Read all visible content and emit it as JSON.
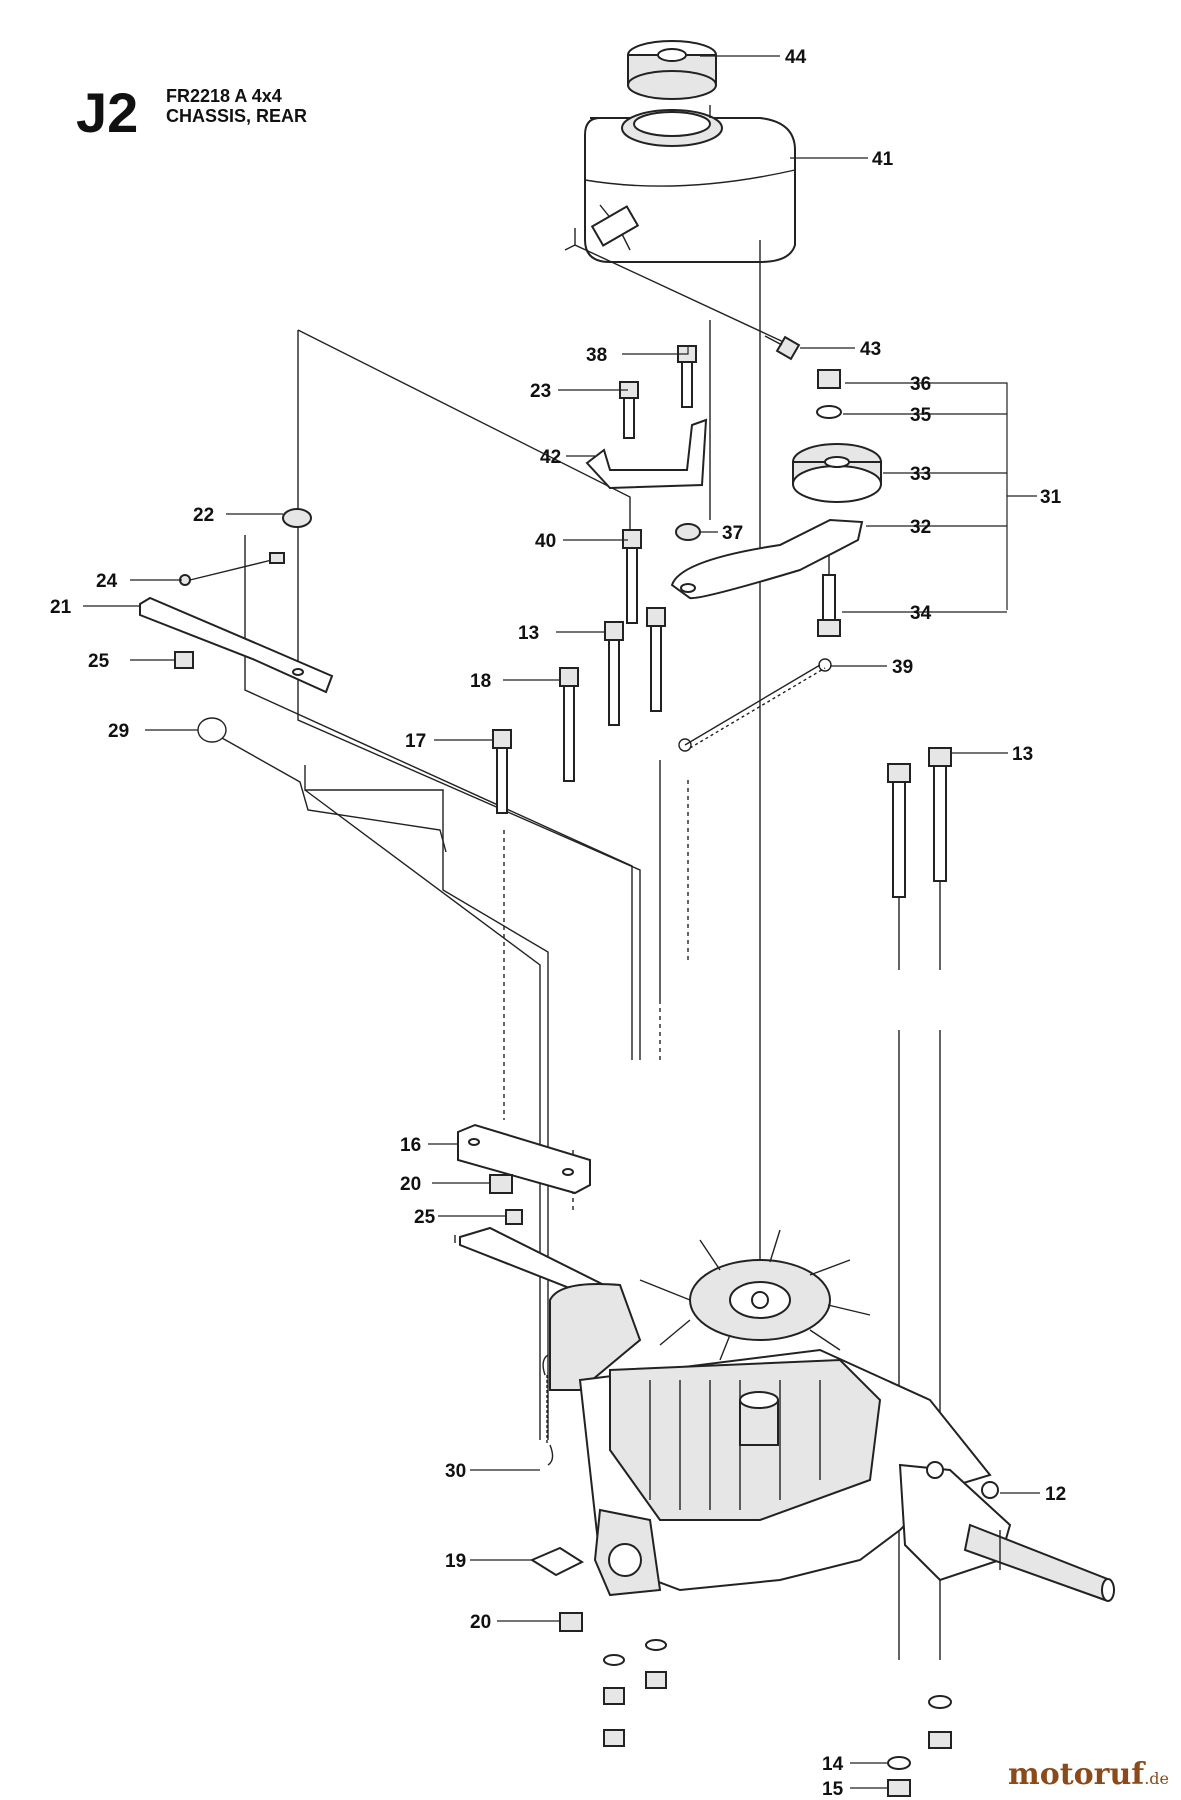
{
  "header": {
    "code": "J2",
    "model": "FR2218 A 4x4",
    "section": "CHASSIS, REAR"
  },
  "watermark": {
    "brand": "motoruf",
    "tld": ".de"
  },
  "callouts": [
    {
      "id": "44",
      "label": "44"
    },
    {
      "id": "41",
      "label": "41"
    },
    {
      "id": "43",
      "label": "43"
    },
    {
      "id": "38",
      "label": "38"
    },
    {
      "id": "23",
      "label": "23"
    },
    {
      "id": "36",
      "label": "36"
    },
    {
      "id": "35",
      "label": "35"
    },
    {
      "id": "42",
      "label": "42"
    },
    {
      "id": "33",
      "label": "33"
    },
    {
      "id": "31",
      "label": "31"
    },
    {
      "id": "22",
      "label": "22"
    },
    {
      "id": "37",
      "label": "37"
    },
    {
      "id": "32",
      "label": "32"
    },
    {
      "id": "40",
      "label": "40"
    },
    {
      "id": "24",
      "label": "24"
    },
    {
      "id": "21",
      "label": "21"
    },
    {
      "id": "34",
      "label": "34"
    },
    {
      "id": "13a",
      "label": "13"
    },
    {
      "id": "25a",
      "label": "25"
    },
    {
      "id": "39",
      "label": "39"
    },
    {
      "id": "18",
      "label": "18"
    },
    {
      "id": "29",
      "label": "29"
    },
    {
      "id": "17",
      "label": "17"
    },
    {
      "id": "13b",
      "label": "13"
    },
    {
      "id": "16",
      "label": "16"
    },
    {
      "id": "20a",
      "label": "20"
    },
    {
      "id": "25b",
      "label": "25"
    },
    {
      "id": "30",
      "label": "30"
    },
    {
      "id": "12",
      "label": "12"
    },
    {
      "id": "19",
      "label": "19"
    },
    {
      "id": "20b",
      "label": "20"
    },
    {
      "id": "14",
      "label": "14"
    },
    {
      "id": "15",
      "label": "15"
    }
  ]
}
